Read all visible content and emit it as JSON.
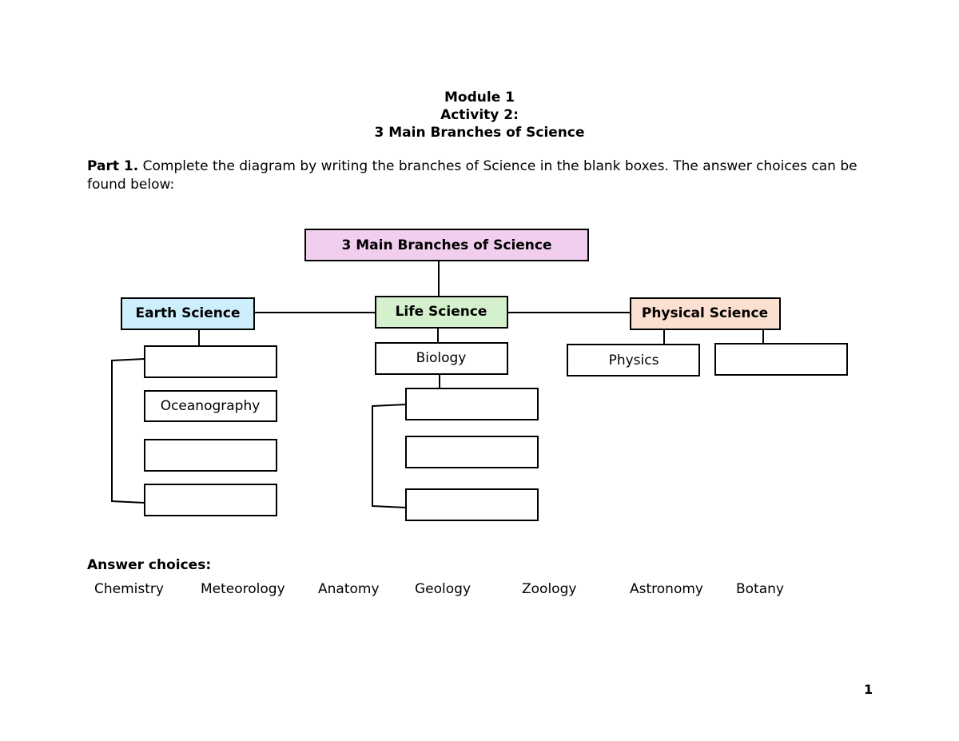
{
  "header": {
    "line1": "Module 1",
    "line2": "Activity 2:",
    "line3": "3 Main Branches of Science"
  },
  "instructions": {
    "label": "Part 1.",
    "text": " Complete the diagram by writing the branches of Science in the blank boxes. The answer choices can be found below:"
  },
  "diagram": {
    "root": "3 Main Branches of Science",
    "branches": {
      "earth": "Earth Science",
      "life": "Life Science",
      "physical": "Physical Science"
    },
    "filled": {
      "oceanography": "Oceanography",
      "biology": "Biology",
      "physics": "Physics"
    },
    "colors": {
      "root": "#f1cdee",
      "earth": "#cdeefb",
      "life": "#d5f0cc",
      "physical": "#fbe0d1"
    }
  },
  "answers": {
    "heading": "Answer choices:",
    "choices": [
      "Chemistry",
      "Meteorology",
      "Anatomy",
      "Geology",
      "Zoology",
      "Astronomy",
      "Botany"
    ]
  },
  "page_number": "1"
}
